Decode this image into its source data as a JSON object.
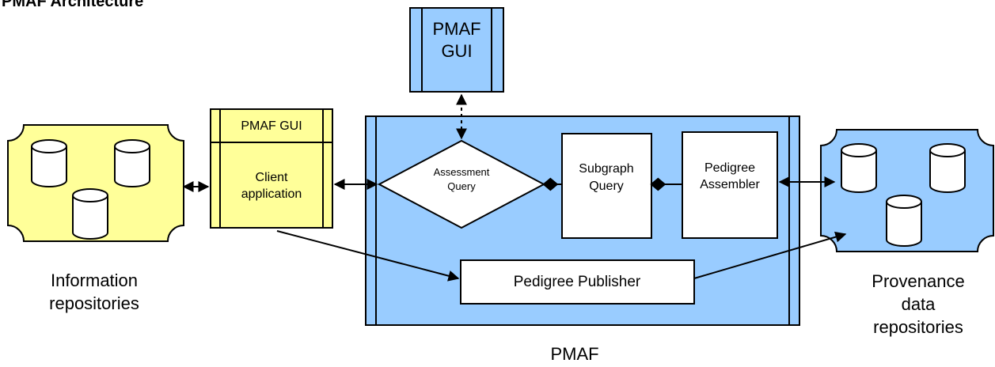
{
  "title": "PMAF Architecture",
  "nodes": {
    "pmaf_gui_top": {
      "line1": "PMAF",
      "line2": "GUI",
      "fill": "#99ccff"
    },
    "client": {
      "header": "PMAF GUI",
      "line1": "Client",
      "line2": "application",
      "fill": "#ffff99"
    },
    "pmaf_container": {
      "label": "PMAF",
      "fill": "#99ccff"
    },
    "assessment_query": {
      "line1": "Assessment",
      "line2": "Query"
    },
    "subgraph_query": {
      "line1": "Subgraph",
      "line2": "Query"
    },
    "pedigree_assembler": {
      "line1": "Pedigree",
      "line2": "Assembler"
    },
    "pedigree_publisher": {
      "label": "Pedigree Publisher"
    },
    "info_repos": {
      "line1": "Information",
      "line2": "repositories",
      "fill": "#ffff99"
    },
    "prov_repos": {
      "line1": "Provenance",
      "line2": "data",
      "line3": "repositories",
      "fill": "#99ccff"
    }
  }
}
